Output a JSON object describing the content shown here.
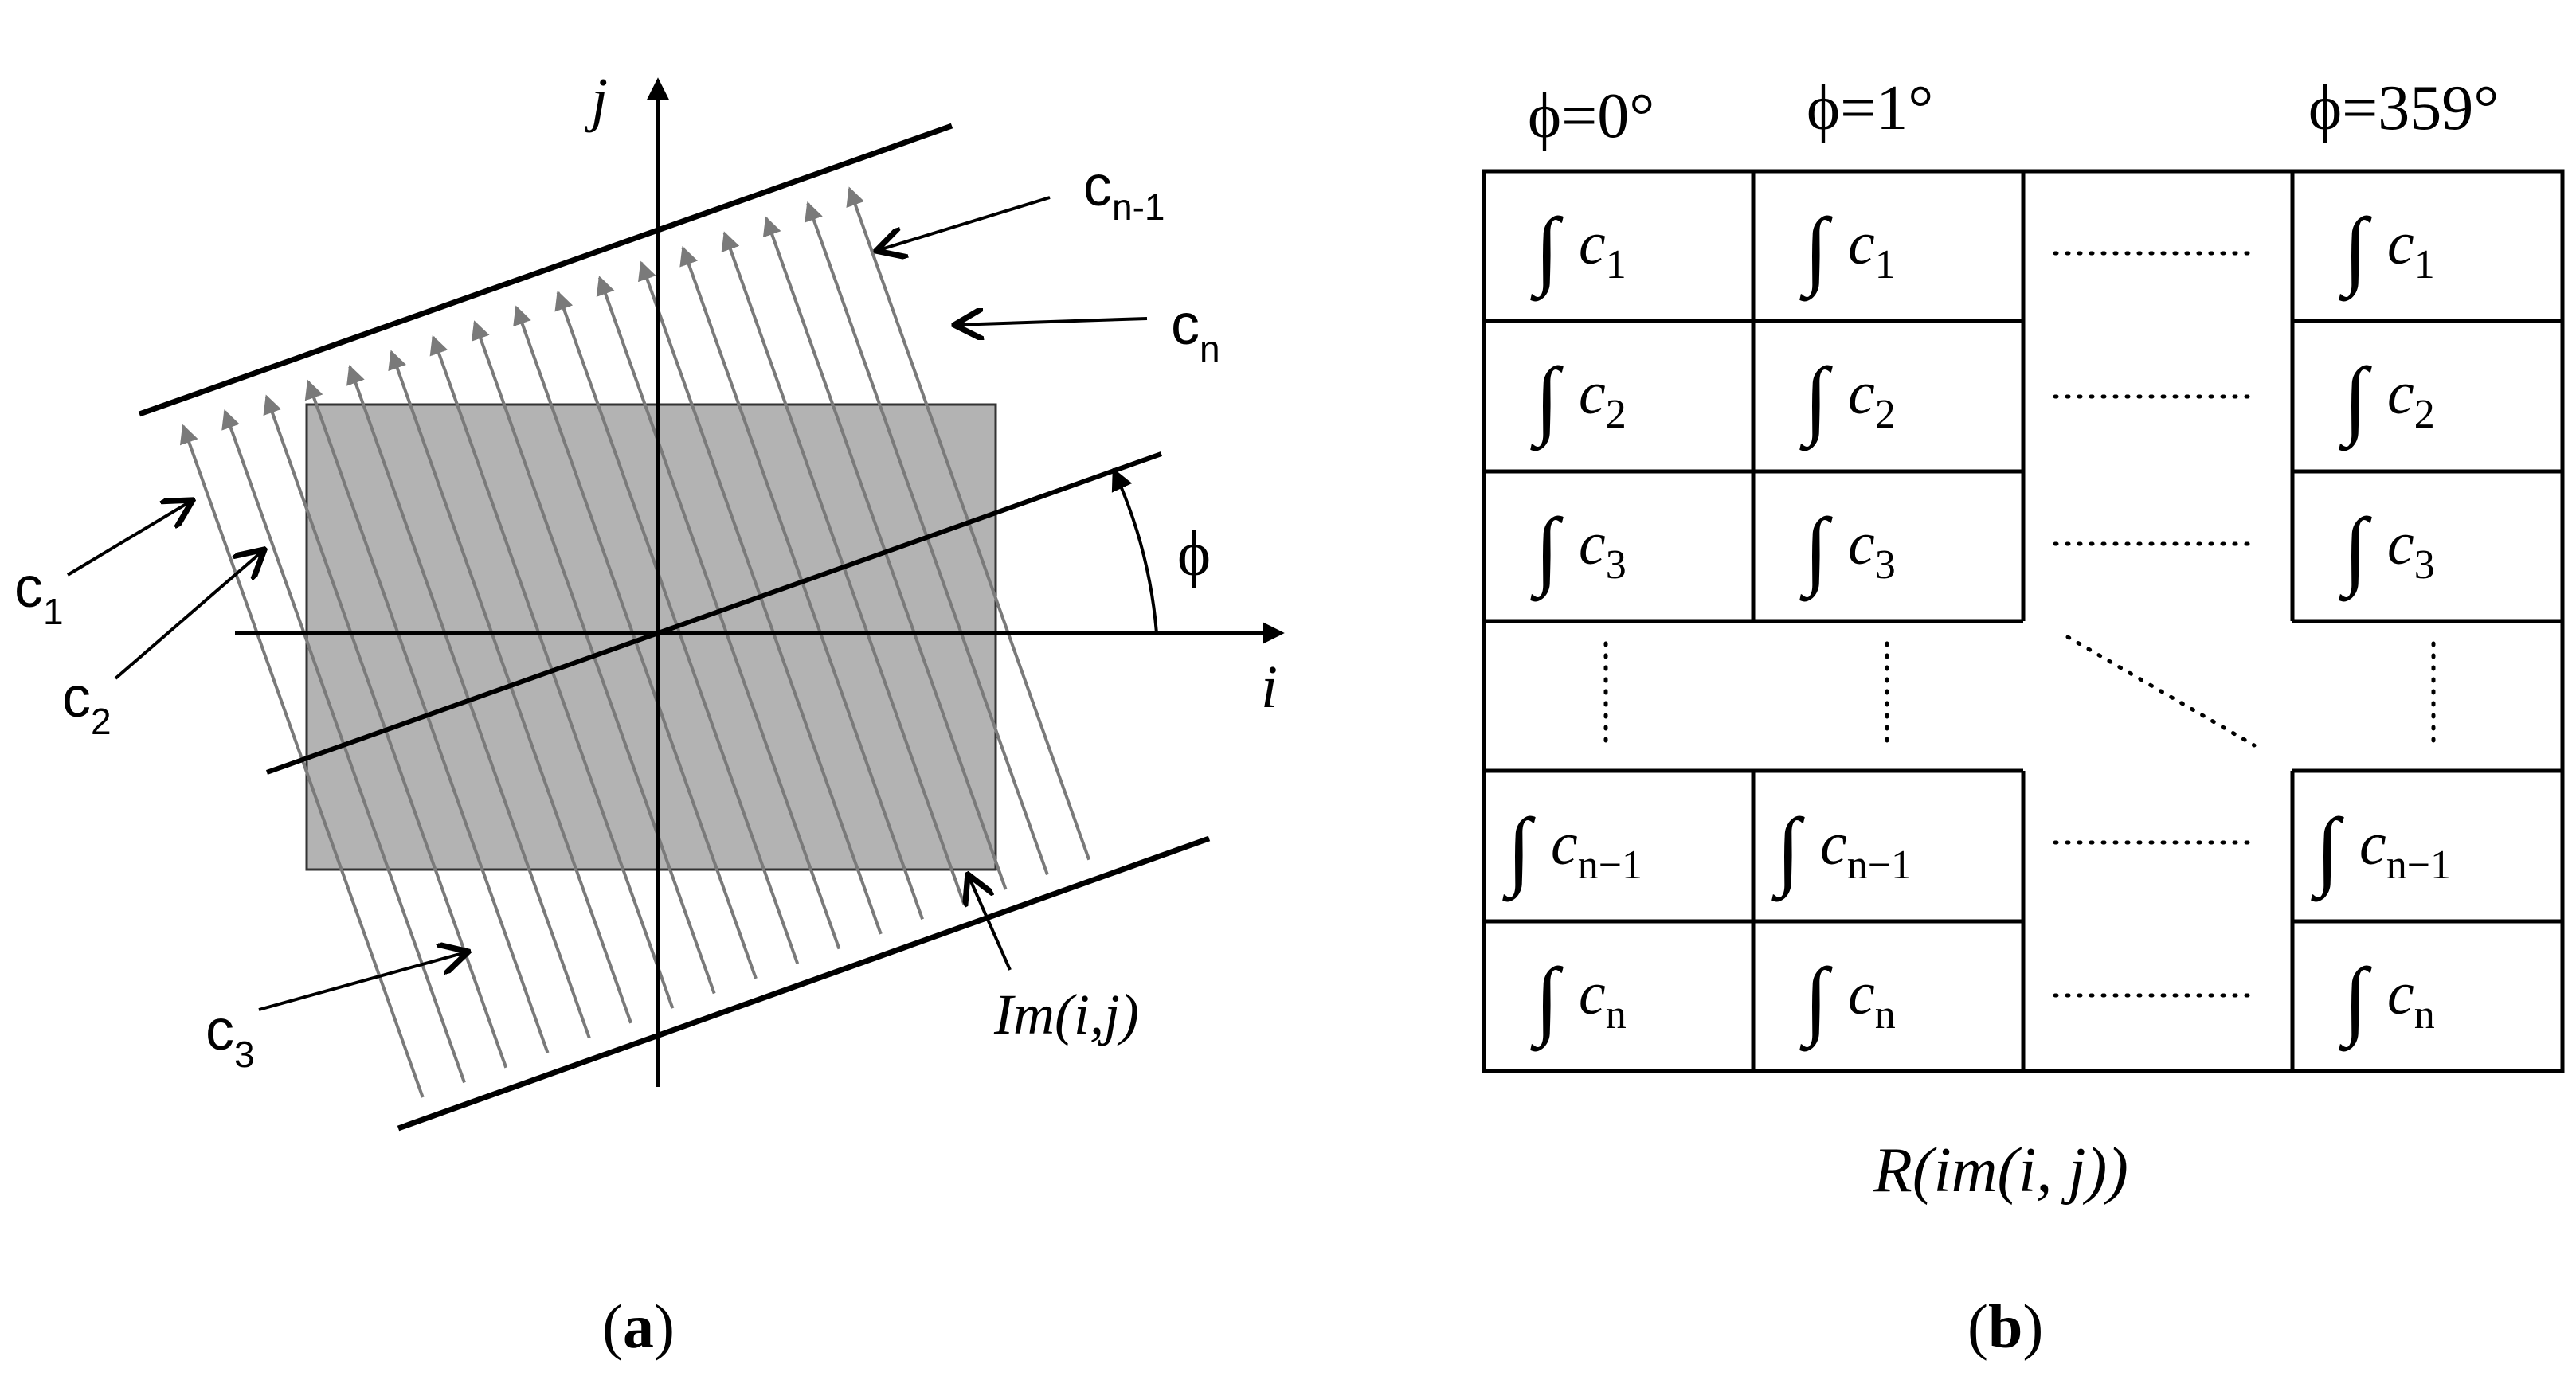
{
  "panel_a": {
    "axis_labels": {
      "horizontal": "i",
      "vertical": "j",
      "angle": "ϕ"
    },
    "ray_labels": [
      {
        "base": "c",
        "sub": "1"
      },
      {
        "base": "c",
        "sub": "2"
      },
      {
        "base": "c",
        "sub": "3"
      },
      {
        "base": "c",
        "sub": "n-1"
      },
      {
        "base": "c",
        "sub": "n"
      }
    ],
    "image_label": "Im(i,j)",
    "caption": {
      "open": "(",
      "letter": "a",
      "close": ")"
    }
  },
  "panel_b": {
    "column_headers": [
      "ϕ=0°",
      "ϕ=1°",
      "ϕ=359°"
    ],
    "integral_symbol": "∫",
    "row_terms": [
      {
        "base": "c",
        "sub": "1"
      },
      {
        "base": "c",
        "sub": "2"
      },
      {
        "base": "c",
        "sub": "3"
      },
      {
        "base": "c",
        "sub": "n−1"
      },
      {
        "base": "c",
        "sub": "n"
      }
    ],
    "transform_label": "R(im(i, j))",
    "caption": {
      "open": "(",
      "letter": "b",
      "close": ")"
    }
  }
}
